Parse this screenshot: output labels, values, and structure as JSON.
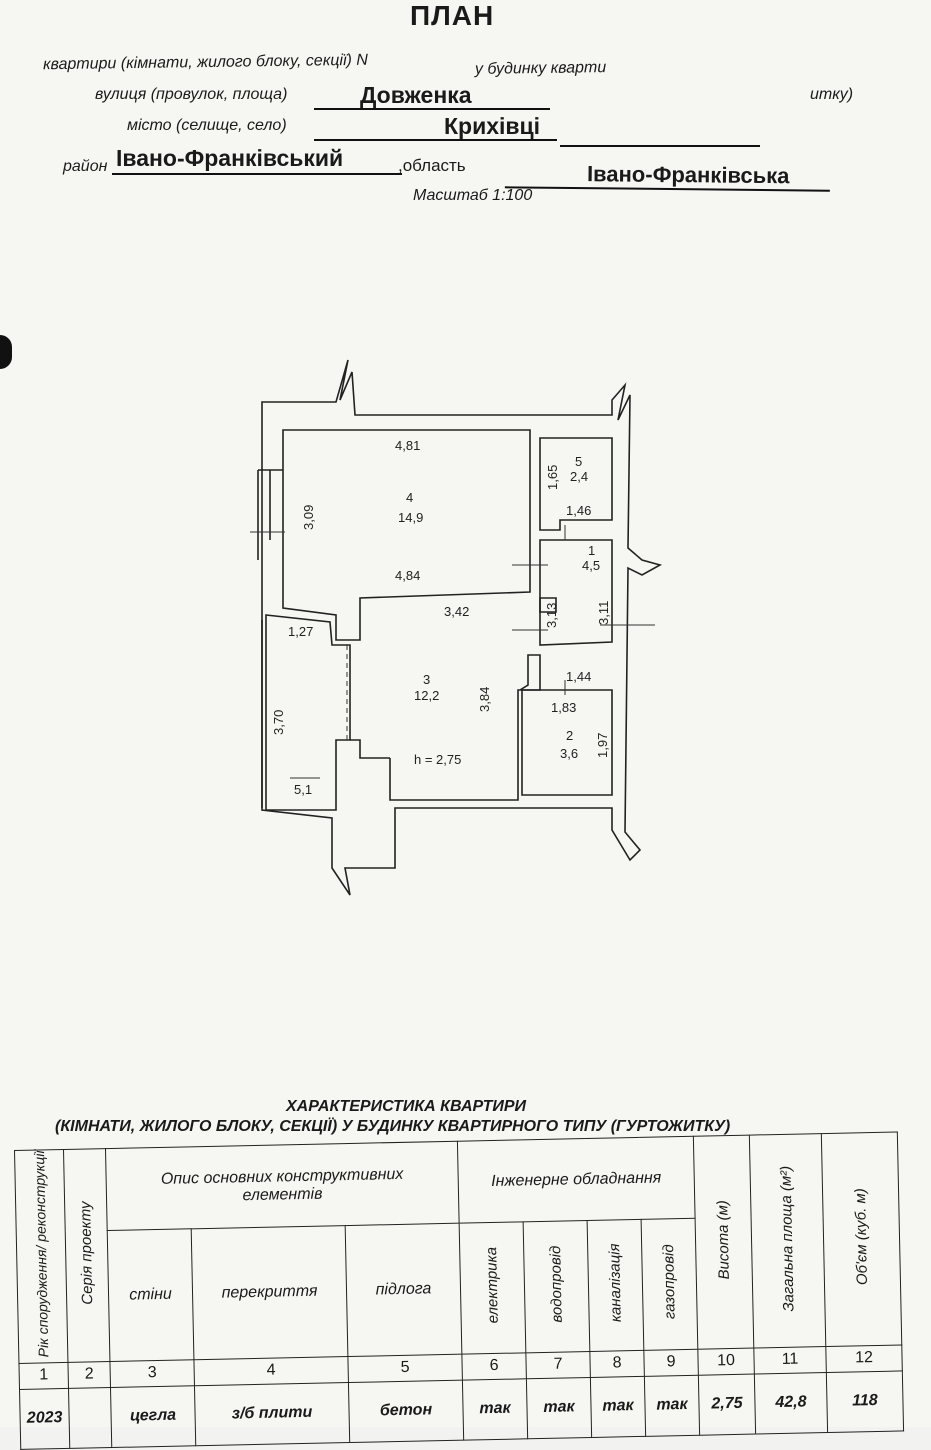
{
  "header": {
    "title": "ПЛАН",
    "line1_label": "квартири (кімнати, жилого блоку, секції) N",
    "line1_right": "у будинку кварти",
    "line2_label": "вулиця (провулок, площа)",
    "street": "Довженка",
    "line2_right": "итку)",
    "line3_label": "місто (селище, село)",
    "city": "Крихівці",
    "district_label": "район",
    "district": "Івано-Франківський",
    "region_label": ",область",
    "region": "Івано-Франківська",
    "scale": "Масштаб 1:100"
  },
  "floor_plan": {
    "rooms": [
      {
        "number": "1",
        "area": "4,5"
      },
      {
        "number": "2",
        "area": "3,6"
      },
      {
        "number": "3",
        "area": "12,2"
      },
      {
        "number": "4",
        "area": "14,9"
      },
      {
        "number": "5",
        "area": "2,4"
      }
    ],
    "balcony_area": "5,1",
    "height": "h = 2,75",
    "dims": {
      "d481": "4,81",
      "d309": "3,09",
      "d484": "4,84",
      "d165": "1,65",
      "d146": "1,46",
      "d342": "3,42",
      "d313": "3,13",
      "d311": "3,11",
      "d127": "1,27",
      "d370": "3,70",
      "d384": "3,84",
      "d144": "1,44",
      "d183": "1,83",
      "d197": "1,97"
    }
  },
  "characteristics": {
    "title": "ХАРАКТЕРИСТИКА КВАРТИРИ",
    "subtitle": "(КІМНАТИ, ЖИЛОГО БЛОКУ, СЕКЦІЇ) У БУДИНКУ КВАРТИРНОГО ТИПУ (ГУРТОЖИТКУ)",
    "headers": {
      "year": "Рік спорудження/ реконструкції",
      "series": "Серія проекту",
      "structural": "Опис основних конструктивних елементів",
      "walls": "стіни",
      "floors_over": "перекриття",
      "floor": "підлога",
      "engineering": "Інженерне обладнання",
      "electric": "електрика",
      "water": "водопровід",
      "sewer": "каналізація",
      "gas": "газопровід",
      "height": "Висота (м)",
      "total_area": "Загальна площа (м²)",
      "volume": "Об'єм (куб. м)"
    },
    "column_numbers": [
      "1",
      "2",
      "3",
      "4",
      "5",
      "6",
      "7",
      "8",
      "9",
      "10",
      "11",
      "12"
    ],
    "row": [
      "2023",
      "",
      "цегла",
      "з/б плити",
      "бетон",
      "так",
      "так",
      "так",
      "так",
      "2,75",
      "42,8",
      "118"
    ]
  }
}
